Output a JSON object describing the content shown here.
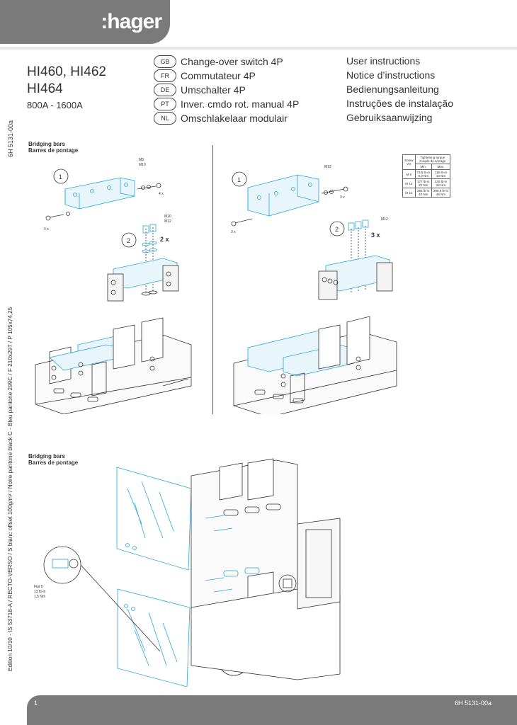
{
  "brand": {
    "logo": ":hager"
  },
  "product": {
    "line1": "HI460, HI462",
    "line2": "HI464",
    "rating": "800A - 1600A"
  },
  "languages": [
    {
      "code": "GB",
      "title": "Change-over switch 4P",
      "doc": "User instructions"
    },
    {
      "code": "FR",
      "title": "Commutateur 4P",
      "doc": "Notice d’instructions"
    },
    {
      "code": "DE",
      "title": "Umschalter 4P",
      "doc": "Bedienungsanleitung"
    },
    {
      "code": "PT",
      "title": "Inver. cmdo rot. manual 4P",
      "doc": "Instruções de instalação"
    },
    {
      "code": "NL",
      "title": "Omschlakelaar modulair",
      "doc": "Gebruiksaanwijzing"
    }
  ],
  "side": {
    "code": "6H 5131-00a",
    "edition": "Edition 10/10 - IS 53718-A / RECTO-VERSO / S blanc offset 100g/m² / Noire pantone black C - Bleu pantone 299C / F 210x297 / P 105x74,25"
  },
  "section1": {
    "title_en": "Bridging bars",
    "title_fr": "Barres de pontage"
  },
  "section2": {
    "title_en": "Bridging bars",
    "title_fr": "Barres de pontage"
  },
  "left_diagram": {
    "step1": "1",
    "step2": "2",
    "bolt_top": "M8\nM10",
    "qty_top": "4 x",
    "qty_left": "4 x",
    "bolt_step2": "M10\nM12",
    "qty_step2": "2 x"
  },
  "right_diagram": {
    "step1": "1",
    "step2": "2",
    "bolt_top": "M12",
    "qty_top": "3 x",
    "qty_left": "3 x",
    "bolt_step2": "M12",
    "qty_step2": "3 x"
  },
  "torque_table": {
    "col1": "Screw\nVis",
    "col2": "Tightening torque\nCouple de serrage",
    "min": "Min.",
    "max": "Max.",
    "rows": [
      {
        "screw": "M 8",
        "min": "73,5 lb-in\n8,3 Nm",
        "max": "115 lb-in\n13 Nm"
      },
      {
        "screw": "M 10",
        "min": "177 lb-in\n20 Nm",
        "max": "230 lb-in\n26 Nm"
      },
      {
        "screw": "M 12",
        "min": "354 lb-in\n40 Nm",
        "max": "398,5 lb-in\n45 Nm"
      }
    ]
  },
  "bottom_diagram": {
    "screw_note_1": "Flat 5",
    "screw_note_2": "13 lb-in",
    "screw_note_3": "1,5 Nm"
  },
  "footer": {
    "page": "1",
    "code": "6H 5131-00a"
  },
  "colors": {
    "grey": "#7a7a7a",
    "blue": "#2aa6d8",
    "line": "#333333"
  }
}
